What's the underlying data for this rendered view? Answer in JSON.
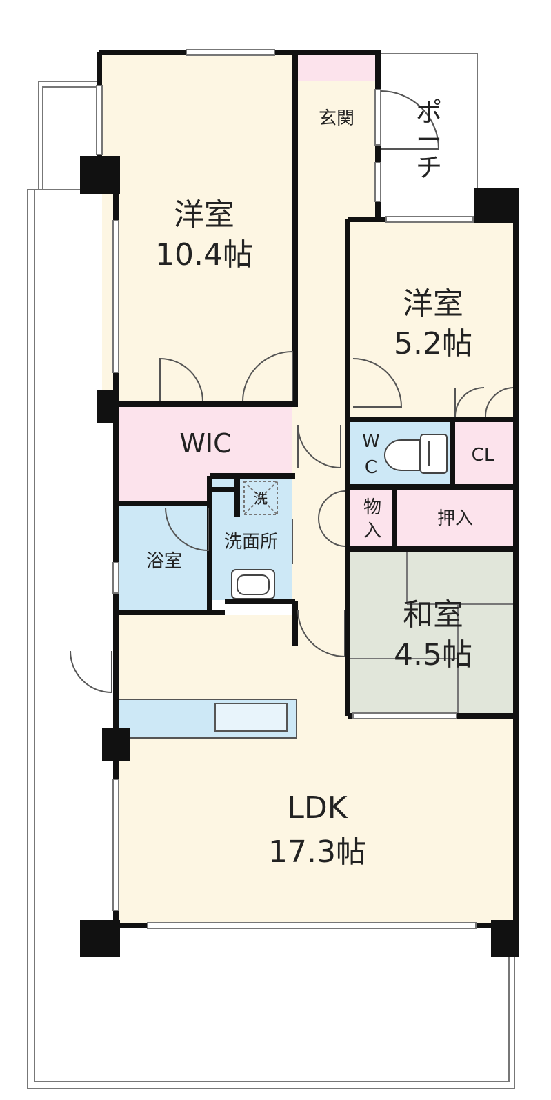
{
  "rooms": {
    "western_large": {
      "name": "洋室",
      "size": "10.4帖"
    },
    "western_small": {
      "name": "洋室",
      "size": "5.2帖"
    },
    "japanese": {
      "name": "和室",
      "size": "4.5帖"
    },
    "ldk": {
      "name": "LDK",
      "size": "17.3帖"
    },
    "wic": {
      "name": "WIC"
    },
    "entrance": {
      "name": "玄関"
    },
    "porch": {
      "chars": [
        "ポ",
        "ー",
        "チ"
      ]
    },
    "bath": {
      "name": "浴室"
    },
    "washroom": {
      "name": "洗面所"
    },
    "washer": {
      "name": "洗"
    },
    "wc": {
      "chars": [
        "W",
        "C"
      ]
    },
    "closet": {
      "name": "CL"
    },
    "storage": {
      "chars": [
        "物",
        "入"
      ]
    },
    "oshiire": {
      "name": "押入"
    }
  },
  "colors": {
    "wall": "#111111",
    "floor": "#fdf6e3",
    "tatami": "#e1e6da",
    "water": "#cde8f6",
    "storage": "#fce3ec",
    "outline": "#777777"
  }
}
